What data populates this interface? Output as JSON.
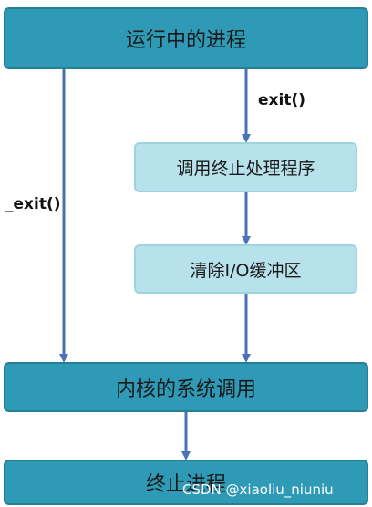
{
  "boxes": {
    "running": "运行中的进程",
    "call_exit_handlers": "调用终止处理程序",
    "flush_io": "清除I/O缓冲区",
    "syscall": "内核的系统调用",
    "terminate": "终止进程"
  },
  "labels": {
    "exit": "exit()",
    "underscore_exit": "_exit()"
  },
  "watermark": "CSDN @xiaoliu_niuniu",
  "colors": {
    "dark_box": "#2e9ab5",
    "light_box": "#b7e2ec",
    "arrow": "#4a72b8"
  }
}
